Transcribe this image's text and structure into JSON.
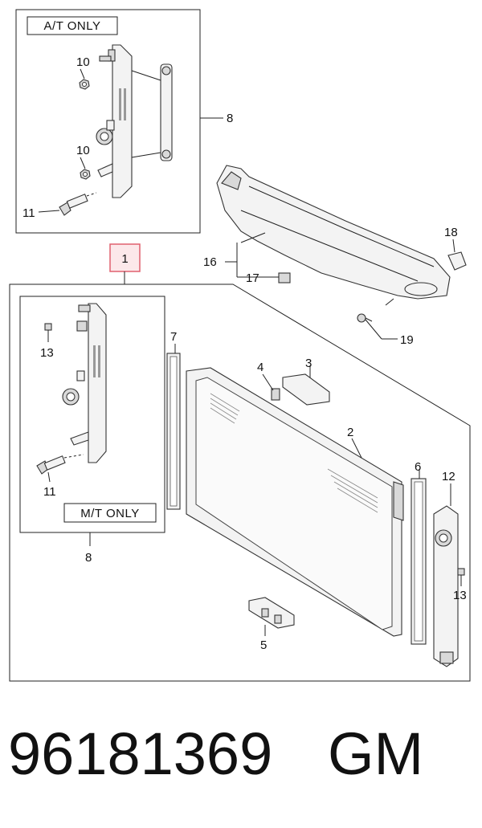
{
  "diagram": {
    "box_labels": {
      "at_only": "A/T  ONLY",
      "mt_only": "M/T  ONLY"
    },
    "callouts": {
      "c1": "1",
      "c2": "2",
      "c3": "3",
      "c4": "4",
      "c5": "5",
      "c6": "6",
      "c7": "7",
      "c8_top": "8",
      "c8_bottom": "8",
      "c10_upper": "10",
      "c10_lower": "10",
      "c11_top": "11",
      "c11_bottom": "11",
      "c12": "12",
      "c13_left": "13",
      "c13_right": "13",
      "c16": "16",
      "c17": "17",
      "c18": "18",
      "c19": "19"
    },
    "highlight_color": "#e0606f"
  },
  "caption": {
    "part_number": "96181369",
    "brand": "GM"
  }
}
